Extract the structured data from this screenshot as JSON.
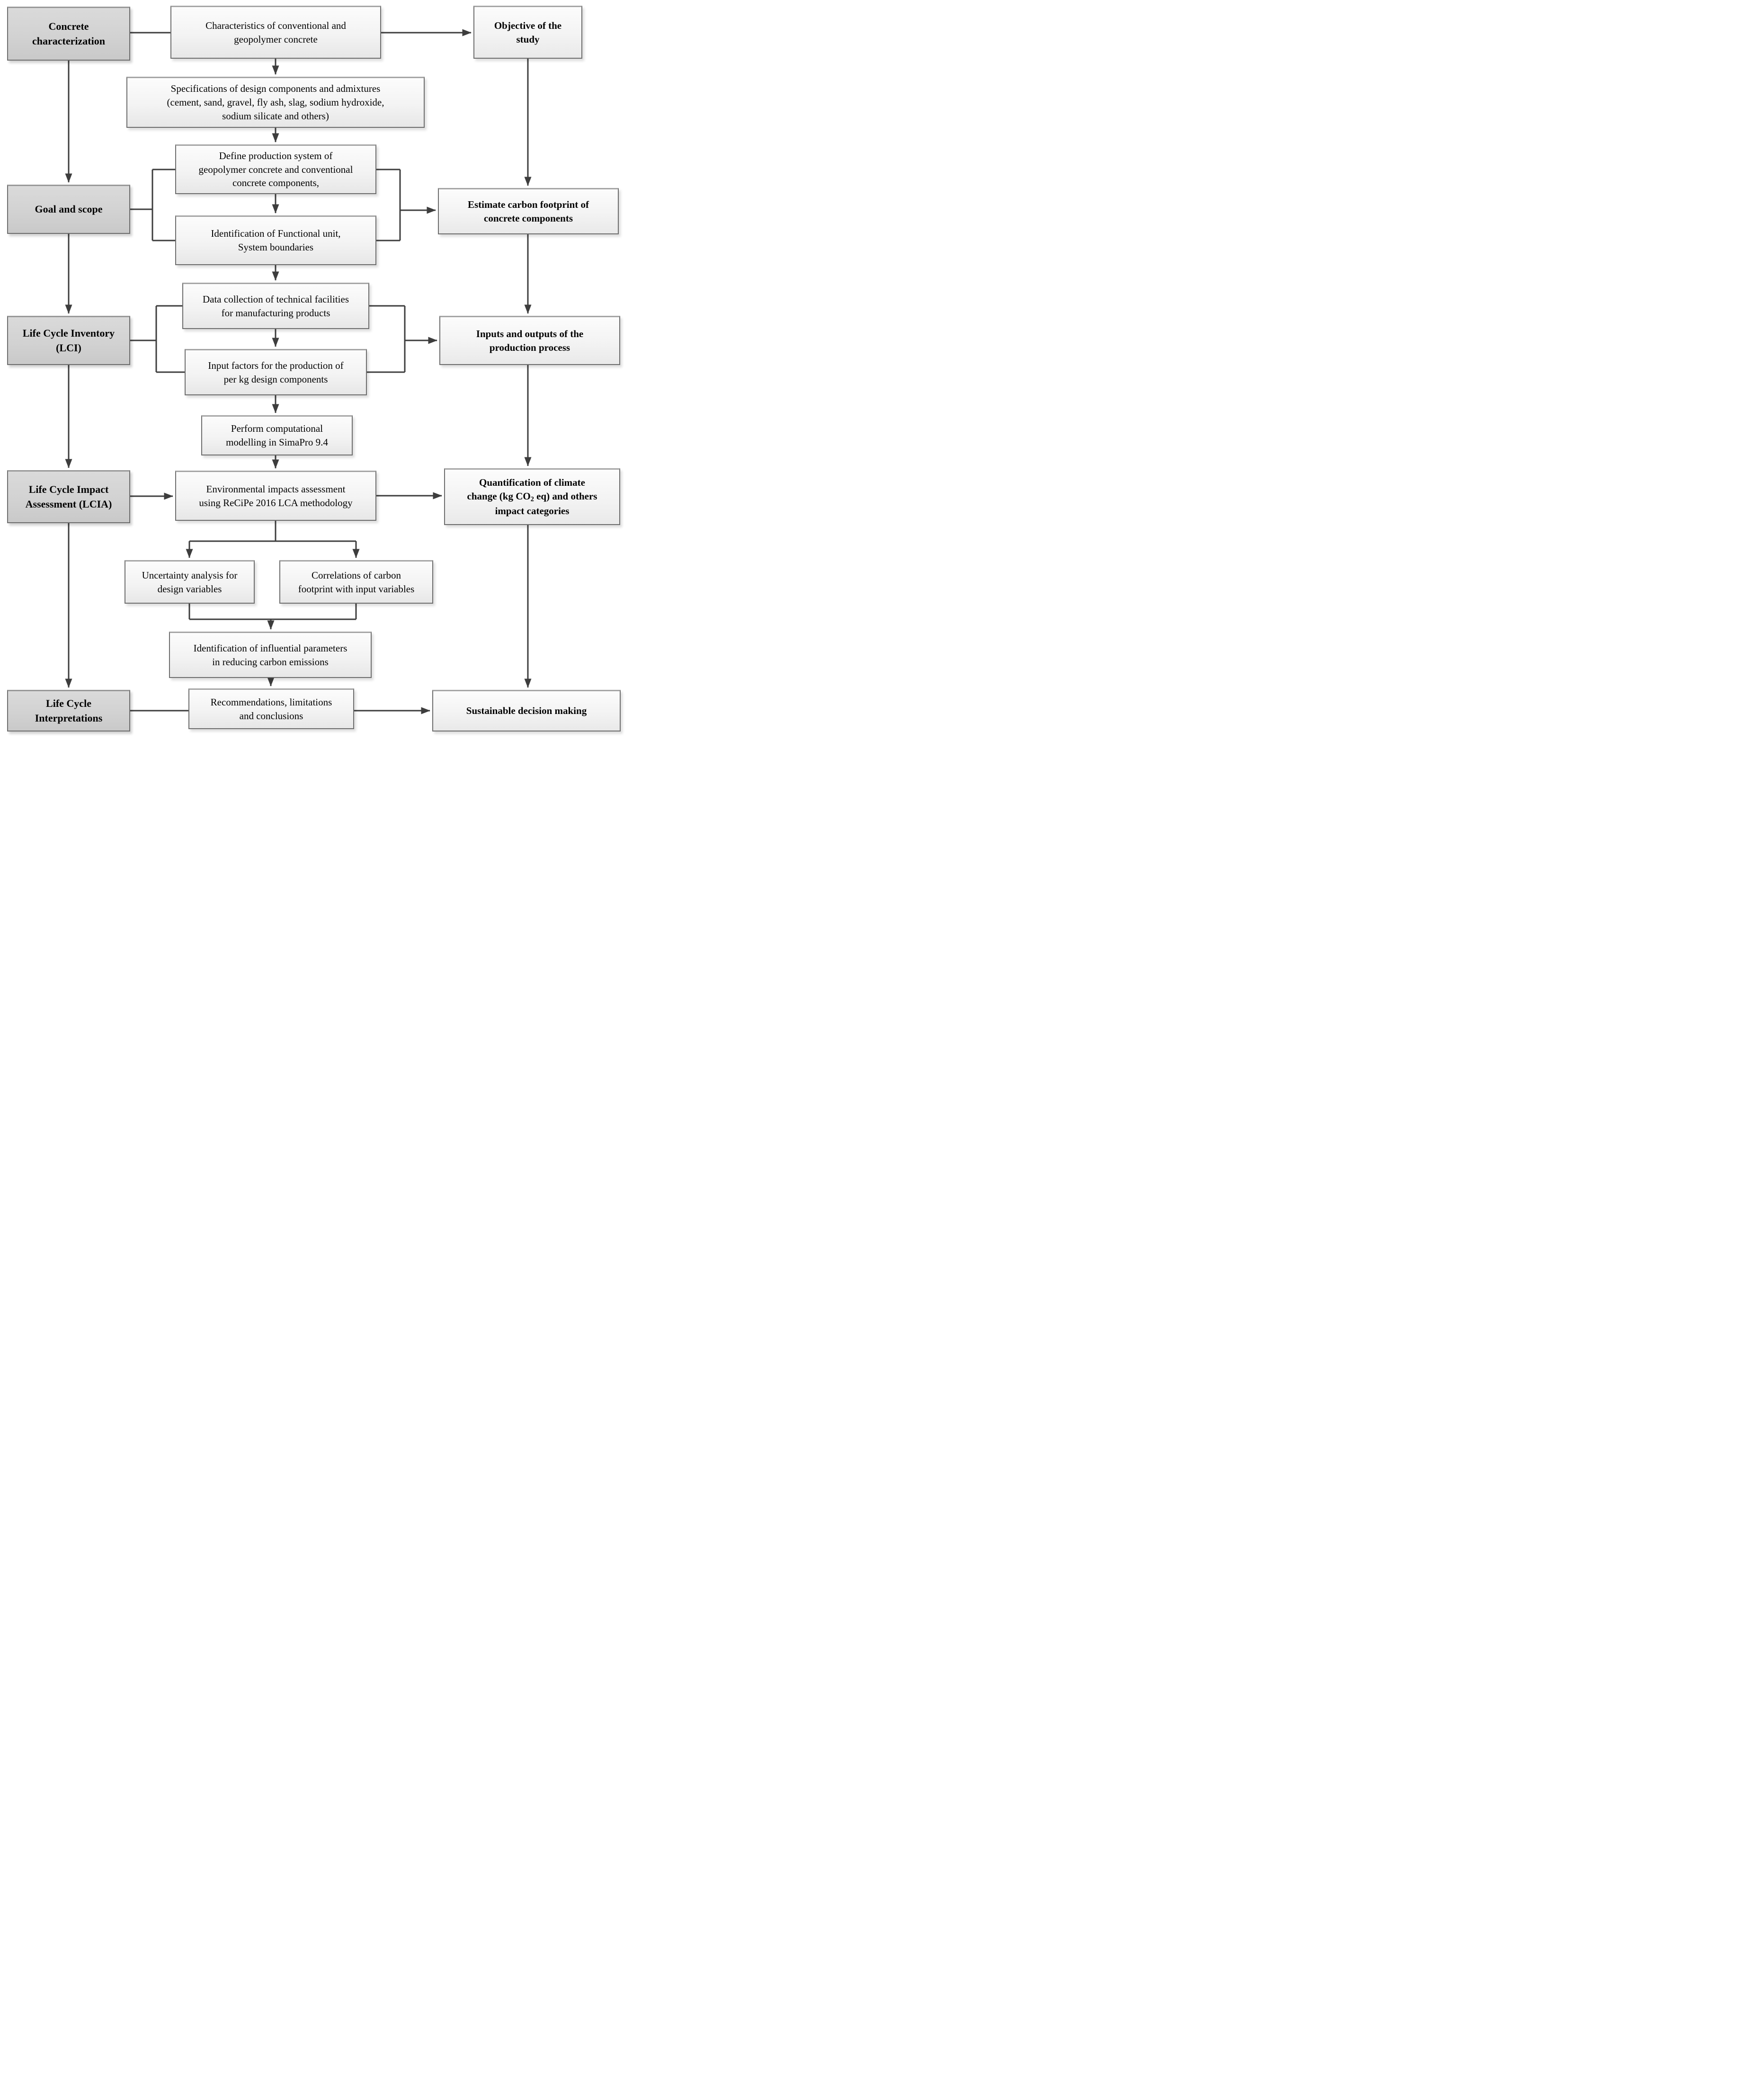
{
  "diagram": {
    "colors": {
      "stage_fill": "#d2d2d2",
      "process_fill": "#f3f3f3",
      "box_border": "#6e6e6e",
      "arrow": "#3d3d3d",
      "text": "#000000"
    },
    "stages": [
      {
        "label": "Concrete\ncharacterization"
      },
      {
        "label": "Goal and scope"
      },
      {
        "label": "Life Cycle Inventory\n(LCI)"
      },
      {
        "label": "Life Cycle Impact\nAssessment (LCIA)"
      },
      {
        "label": "Life Cycle\nInterpretations"
      }
    ],
    "processes": [
      {
        "label": "Characteristics of conventional and\ngeopolymer concrete"
      },
      {
        "label": "Specifications of design components and admixtures\n(cement, sand, gravel, fly ash, slag, sodium hydroxide,\nsodium silicate and others)"
      },
      {
        "label": "Define production system of\ngeopolymer concrete and conventional\nconcrete components,"
      },
      {
        "label": "Identification of Functional unit,\nSystem boundaries"
      },
      {
        "label": "Data collection of technical facilities\nfor manufacturing products"
      },
      {
        "label": "Input factors for the production of\nper kg design components"
      },
      {
        "label": "Perform computational\nmodelling in SimaPro 9.4"
      },
      {
        "label": "Environmental impacts assessment\nusing ReCiPe 2016 LCA methodology"
      },
      {
        "label": "Uncertainty analysis for\ndesign variables"
      },
      {
        "label": "Correlations of carbon\nfootprint with input variables"
      },
      {
        "label": "Identification of influential parameters\nin reducing carbon emissions"
      },
      {
        "label": "Recommendations, limitations\nand conclusions"
      }
    ],
    "outcomes": [
      {
        "label": "Objective of the\nstudy"
      },
      {
        "label": "Estimate carbon footprint of\nconcrete components"
      },
      {
        "label": "Inputs and outputs of the\nproduction process"
      },
      {
        "label_pre": "Quantification of climate\nchange (kg CO",
        "label_sub": "2",
        "label_post": " eq) and others\nimpact categories"
      },
      {
        "label": "Sustainable decision making"
      }
    ]
  }
}
